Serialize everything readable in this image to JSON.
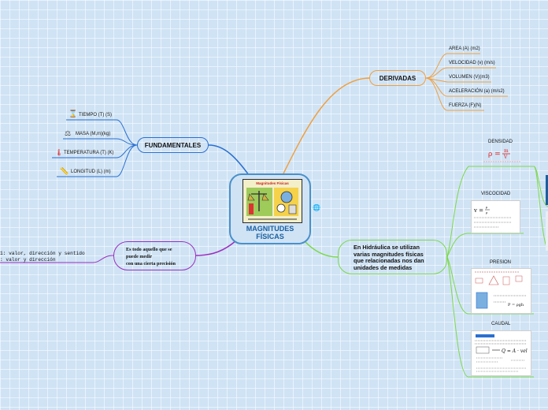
{
  "central": {
    "title_line1": "MAGNITUDES",
    "title_line2": "FÍSICAS",
    "image_caption": "Magnitudes Físicas"
  },
  "derivadas": {
    "label": "DERIVADAS",
    "items": [
      "AREA (A) (m2)",
      "VELOCIDAD (v) (m/s)",
      "VOLUMEN (V)(m3)",
      "ACELERACIÓN (a) (m/s2)",
      "FUERZA (F)(N)"
    ]
  },
  "fundamentales": {
    "label": "FUNDAMENTALES",
    "items": [
      {
        "label": "TIEMPO (T) (S)",
        "icon": "hourglass-icon"
      },
      {
        "label": "MASA (M,m)(kg)",
        "icon": "scale-icon"
      },
      {
        "label": "TEMPERATURA (T) (K)",
        "icon": "thermometer-icon"
      },
      {
        "label": "LONGITUD (L) (m)",
        "icon": "ruler-icon"
      }
    ]
  },
  "definition": {
    "line1": "Es todo aquello que se",
    "line2": "puede medir",
    "line3": "con una cierta precisión",
    "side_line1": "1: valor, dirección y sentido",
    "side_line2": ": valor y dirección"
  },
  "hidraulica": {
    "line1": "En Hidráulica se utilizan",
    "line2": "varias magnitudes físicas",
    "line3": "que relacionadas nos dan",
    "line4": "unidades de medidas",
    "items": [
      {
        "label": "DENSIDAD",
        "formula": "ρ = m/V"
      },
      {
        "label": "VISCOCIDAD",
        "formula": "v = μ/ρ"
      },
      {
        "label": "PRESION"
      },
      {
        "label": "CAUDAL",
        "formula": "Q = A · vel"
      }
    ]
  },
  "colors": {
    "derivadas": "#f0a040",
    "fundamentales": "#2a6fd0",
    "definition": "#9b2fc0",
    "hidraulica": "#7dd84a",
    "central": "#4a90c8"
  }
}
